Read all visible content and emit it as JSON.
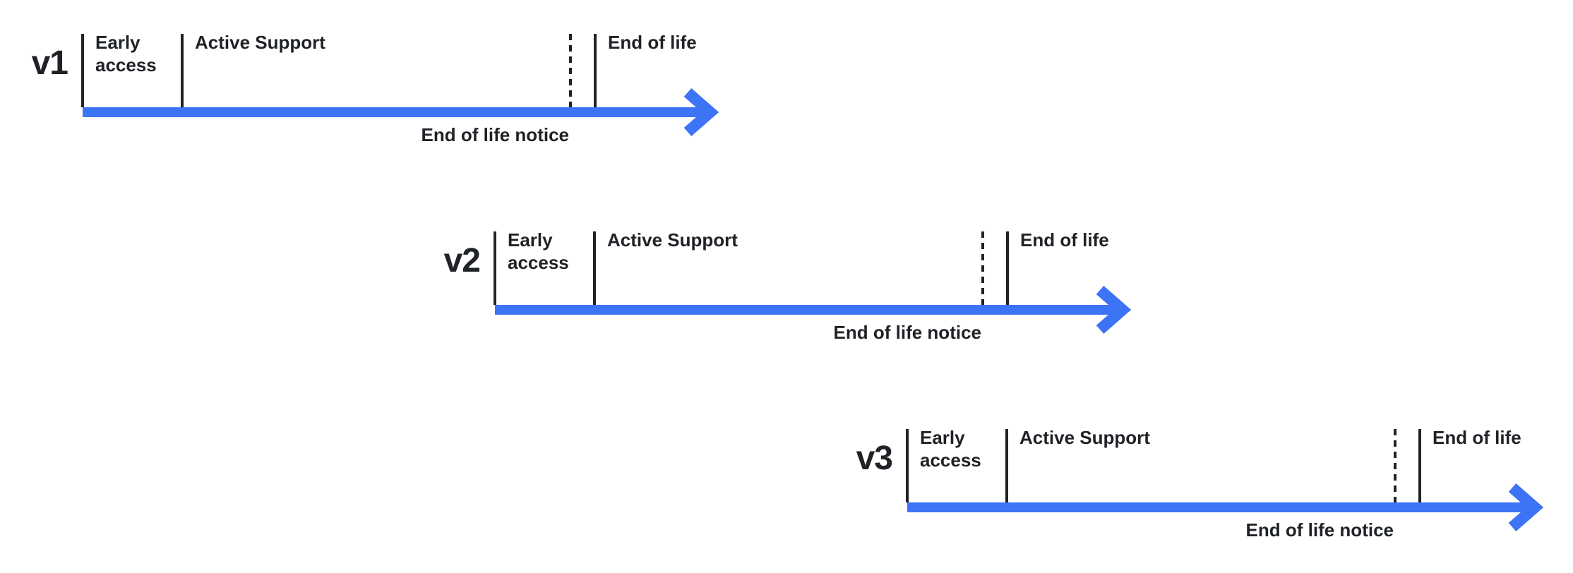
{
  "colors": {
    "accent_blue": "#3d73f5",
    "text_ink": "#1f2226",
    "background": "#ffffff"
  },
  "timelines": [
    {
      "version": "v1",
      "early_access": "Early\naccess",
      "active_support": "Active Support",
      "end_of_life": "End of life",
      "notice": "End of life notice"
    },
    {
      "version": "v2",
      "early_access": "Early\naccess",
      "active_support": "Active Support",
      "end_of_life": "End of life",
      "notice": "End of life notice"
    },
    {
      "version": "v3",
      "early_access": "Early\naccess",
      "active_support": "Active Support",
      "end_of_life": "End of life",
      "notice": "End of life notice"
    }
  ]
}
